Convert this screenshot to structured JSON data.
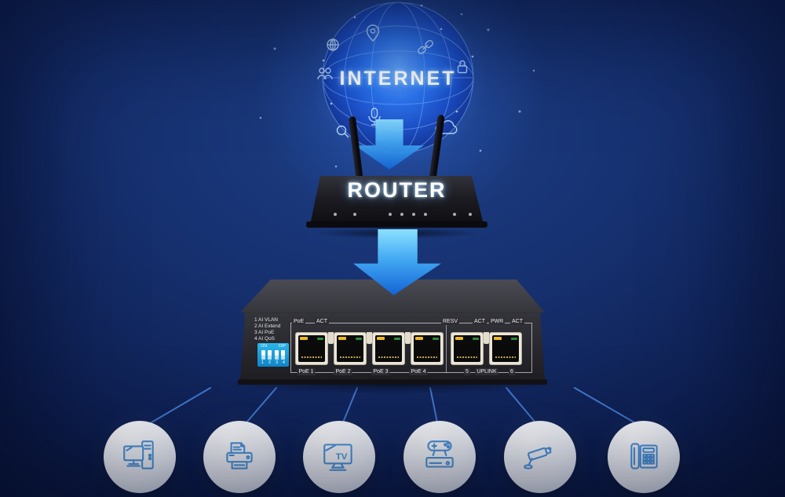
{
  "scene": {
    "internet_label": "INTERNET",
    "router_label": "ROUTER"
  },
  "switch": {
    "legend": [
      "1 AI VLAN",
      "2 AI Extend",
      "3 AI PoE",
      "4 AI QoS"
    ],
    "dip": {
      "on_label": "ON",
      "dip_label": "DIP",
      "numbers": [
        "1",
        "2",
        "3",
        "4"
      ]
    },
    "port_top_labels": [
      "PoE",
      "ACT",
      "RESV",
      "ACT",
      "PWR",
      "ACT"
    ],
    "port_bottom_labels": [
      "PoE 1",
      "PoE 2",
      "PoE 3",
      "PoE 4",
      "5",
      "UPLINK",
      "6"
    ],
    "port_count": 6
  },
  "devices": [
    {
      "name": "computer"
    },
    {
      "name": "printer"
    },
    {
      "name": "tv",
      "label": "TV"
    },
    {
      "name": "game-console"
    },
    {
      "name": "cctv-camera"
    },
    {
      "name": "ip-phone"
    }
  ],
  "colors": {
    "background_center": "#1d3e84",
    "background_edge": "#081231",
    "arrow_top": "#8ce0ff",
    "arrow_bottom": "#1264d6",
    "globe_blue": "#2f77f0",
    "device_icon_stroke": "#4f98de",
    "led_yellow": "#edba25",
    "led_green": "#2f9140",
    "dip_switch_blue": "#1fa3dd"
  }
}
